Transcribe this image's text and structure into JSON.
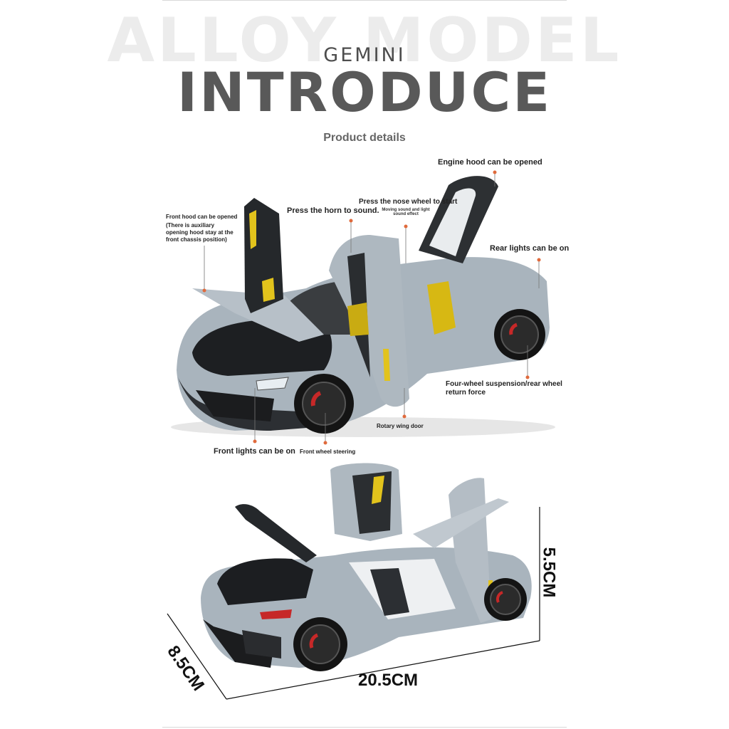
{
  "header": {
    "watermark": "ALLOY MODEL",
    "brand": "GEMINI",
    "title": "INTRODUCE",
    "subtitle": "Product details"
  },
  "callouts": {
    "front_hood": "Front hood can be opened",
    "front_hood_note": "(There is auxiliary opening hood stay at the front chassis position)",
    "horn": "Press the horn to sound.",
    "nose_wheel": "Press the nose wheel to start",
    "nose_wheel_note": "Moving sound and light sound effect",
    "engine_hood": "Engine hood can be opened",
    "rear_lights": "Rear lights can be on",
    "suspension": "Four-wheel suspension/rear wheel return force",
    "wing_door": "Rotary wing door",
    "front_lights": "Front lights can be on",
    "front_steering": "Front wheel steering"
  },
  "dimensions": {
    "height": "5.5CM",
    "width": "8.5CM",
    "length": "20.5CM"
  },
  "colors": {
    "body": "#a9b4bd",
    "accent": "#e2c31c",
    "dot": "#e06a3c",
    "title": "#595959"
  }
}
